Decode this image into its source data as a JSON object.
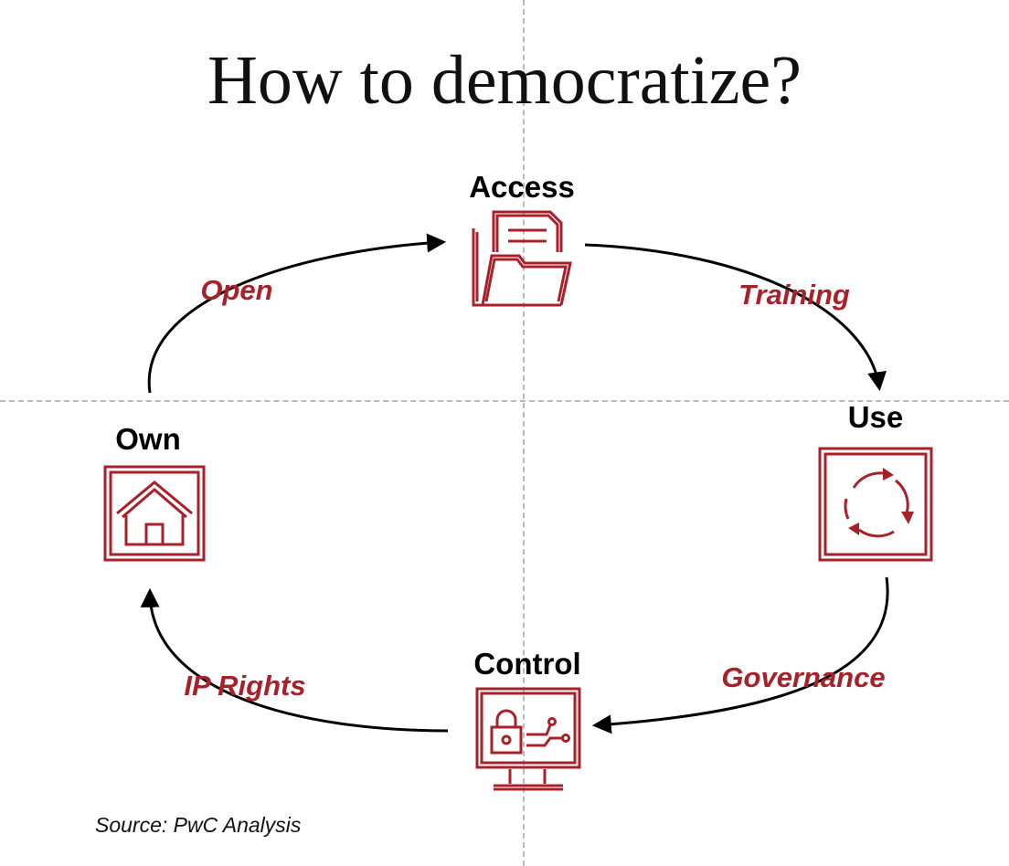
{
  "title": "How to democratize?",
  "nodes": [
    {
      "id": "access",
      "label": "Access",
      "icon": "folder-document-icon"
    },
    {
      "id": "use",
      "label": "Use",
      "icon": "cycle-arrows-icon"
    },
    {
      "id": "control",
      "label": "Control",
      "icon": "monitor-lock-circuit-icon"
    },
    {
      "id": "own",
      "label": "Own",
      "icon": "house-icon"
    }
  ],
  "edges": [
    {
      "from": "own",
      "to": "access",
      "label": "Open"
    },
    {
      "from": "access",
      "to": "use",
      "label": "Training"
    },
    {
      "from": "use",
      "to": "control",
      "label": "Governance"
    },
    {
      "from": "control",
      "to": "own",
      "label": "IP Rights"
    }
  ],
  "source": "Source: PwC Analysis",
  "colors": {
    "accent": "#a8202a",
    "arrow": "#000000",
    "guide": "#b9b9b9"
  }
}
